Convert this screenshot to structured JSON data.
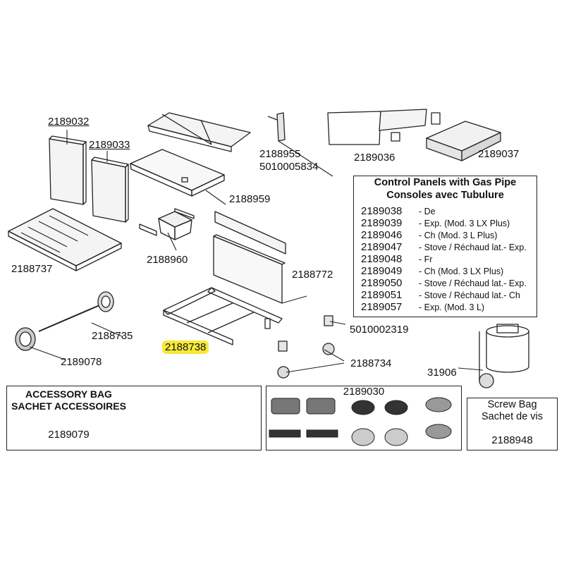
{
  "parts": {
    "p2189032": "2189032",
    "p2189033": "2189033",
    "p2188955": "2188955",
    "p5010005834": "5010005834",
    "p2189036": "2189036",
    "p2189037": "2189037",
    "p2188959": "2188959",
    "p2188960": "2188960",
    "p2188737": "2188737",
    "p2188772": "2188772",
    "p5010002319": "5010002319",
    "p2188735": "2188735",
    "p2188738": "2188738",
    "p2188734": "2188734",
    "p2189078": "2189078",
    "p31906": "31906"
  },
  "highlight_color": "#f7e83a",
  "control_panels": {
    "title1": "Control Panels with Gas Pipe",
    "title2": "Consoles avec Tubulure",
    "rows": [
      {
        "code": "2189038",
        "desc": "- De"
      },
      {
        "code": "2189039",
        "desc": "- Exp. (Mod. 3 LX Plus)"
      },
      {
        "code": "2189046",
        "desc": "- Ch (Mod. 3 L Plus)"
      },
      {
        "code": "2189047",
        "desc": "- Stove / Réchaud lat.- Exp."
      },
      {
        "code": "2189048",
        "desc": "- Fr"
      },
      {
        "code": "2189049",
        "desc": "- Ch (Mod. 3 LX Plus)"
      },
      {
        "code": "2189050",
        "desc": "- Stove / Réchaud lat.- Exp."
      },
      {
        "code": "2189051",
        "desc": "- Stove / Réchaud lat.- Ch"
      },
      {
        "code": "2189057",
        "desc": "- Exp. (Mod. 3 L)"
      }
    ]
  },
  "accessory_bag": {
    "title1": "ACCESSORY BAG",
    "title2": "SACHET ACCESSOIRES",
    "code": "2189079"
  },
  "feet_kit": {
    "code": "2189030"
  },
  "screw_bag": {
    "title1": "Screw Bag",
    "title2": "Sachet de vis",
    "code": "2188948"
  }
}
